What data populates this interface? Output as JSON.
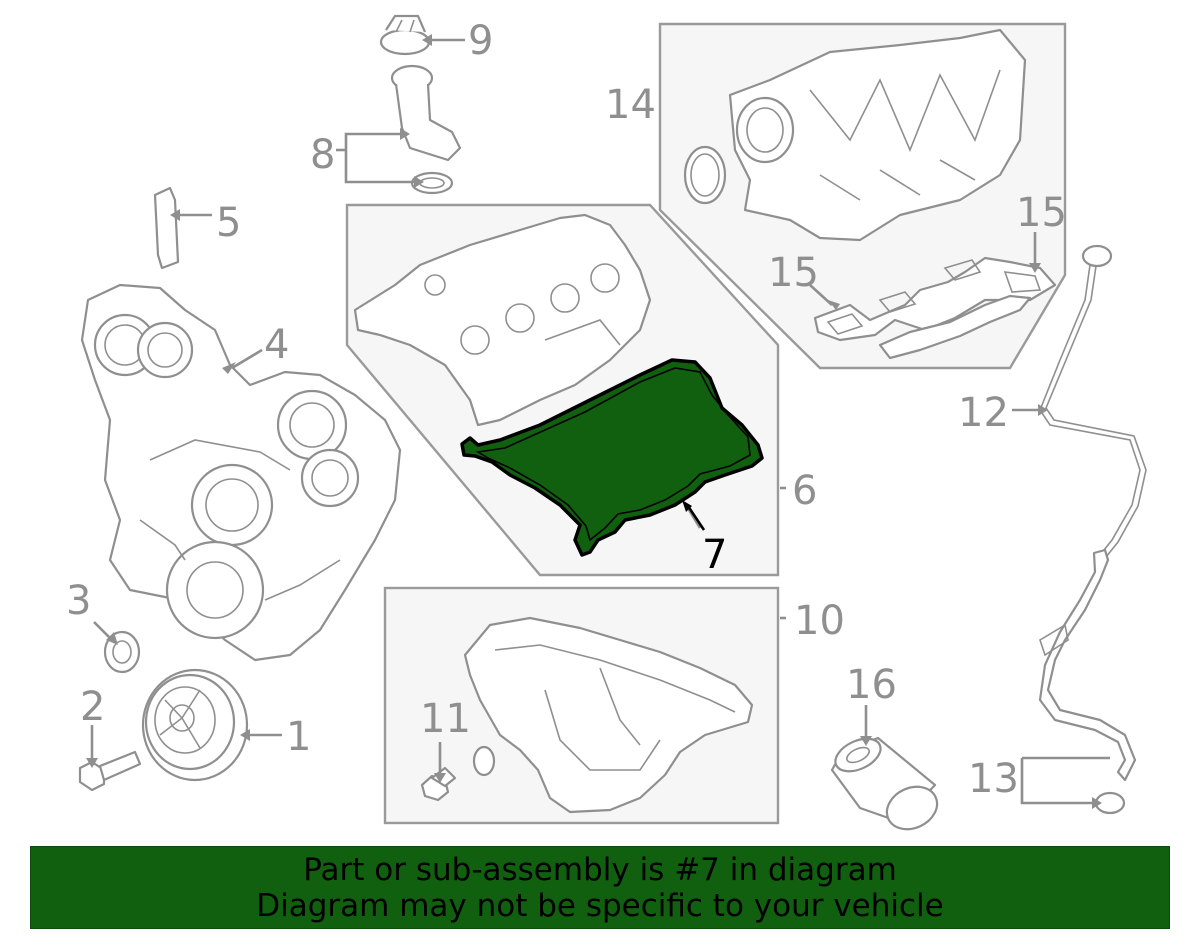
{
  "callouts": {
    "c1": "1",
    "c2": "2",
    "c3": "3",
    "c4": "4",
    "c5": "5",
    "c6": "6",
    "c7": "7",
    "c8": "8",
    "c9": "9",
    "c10": "10",
    "c11": "11",
    "c12": "12",
    "c13": "13",
    "c14": "14",
    "c15a": "15",
    "c15b": "15",
    "c16": "16"
  },
  "highlight": {
    "part": "7",
    "color": "#116010"
  },
  "banner": {
    "line1": "Part or sub-assembly is #7 in diagram",
    "line2": "Diagram may not be specific to your vehicle"
  }
}
